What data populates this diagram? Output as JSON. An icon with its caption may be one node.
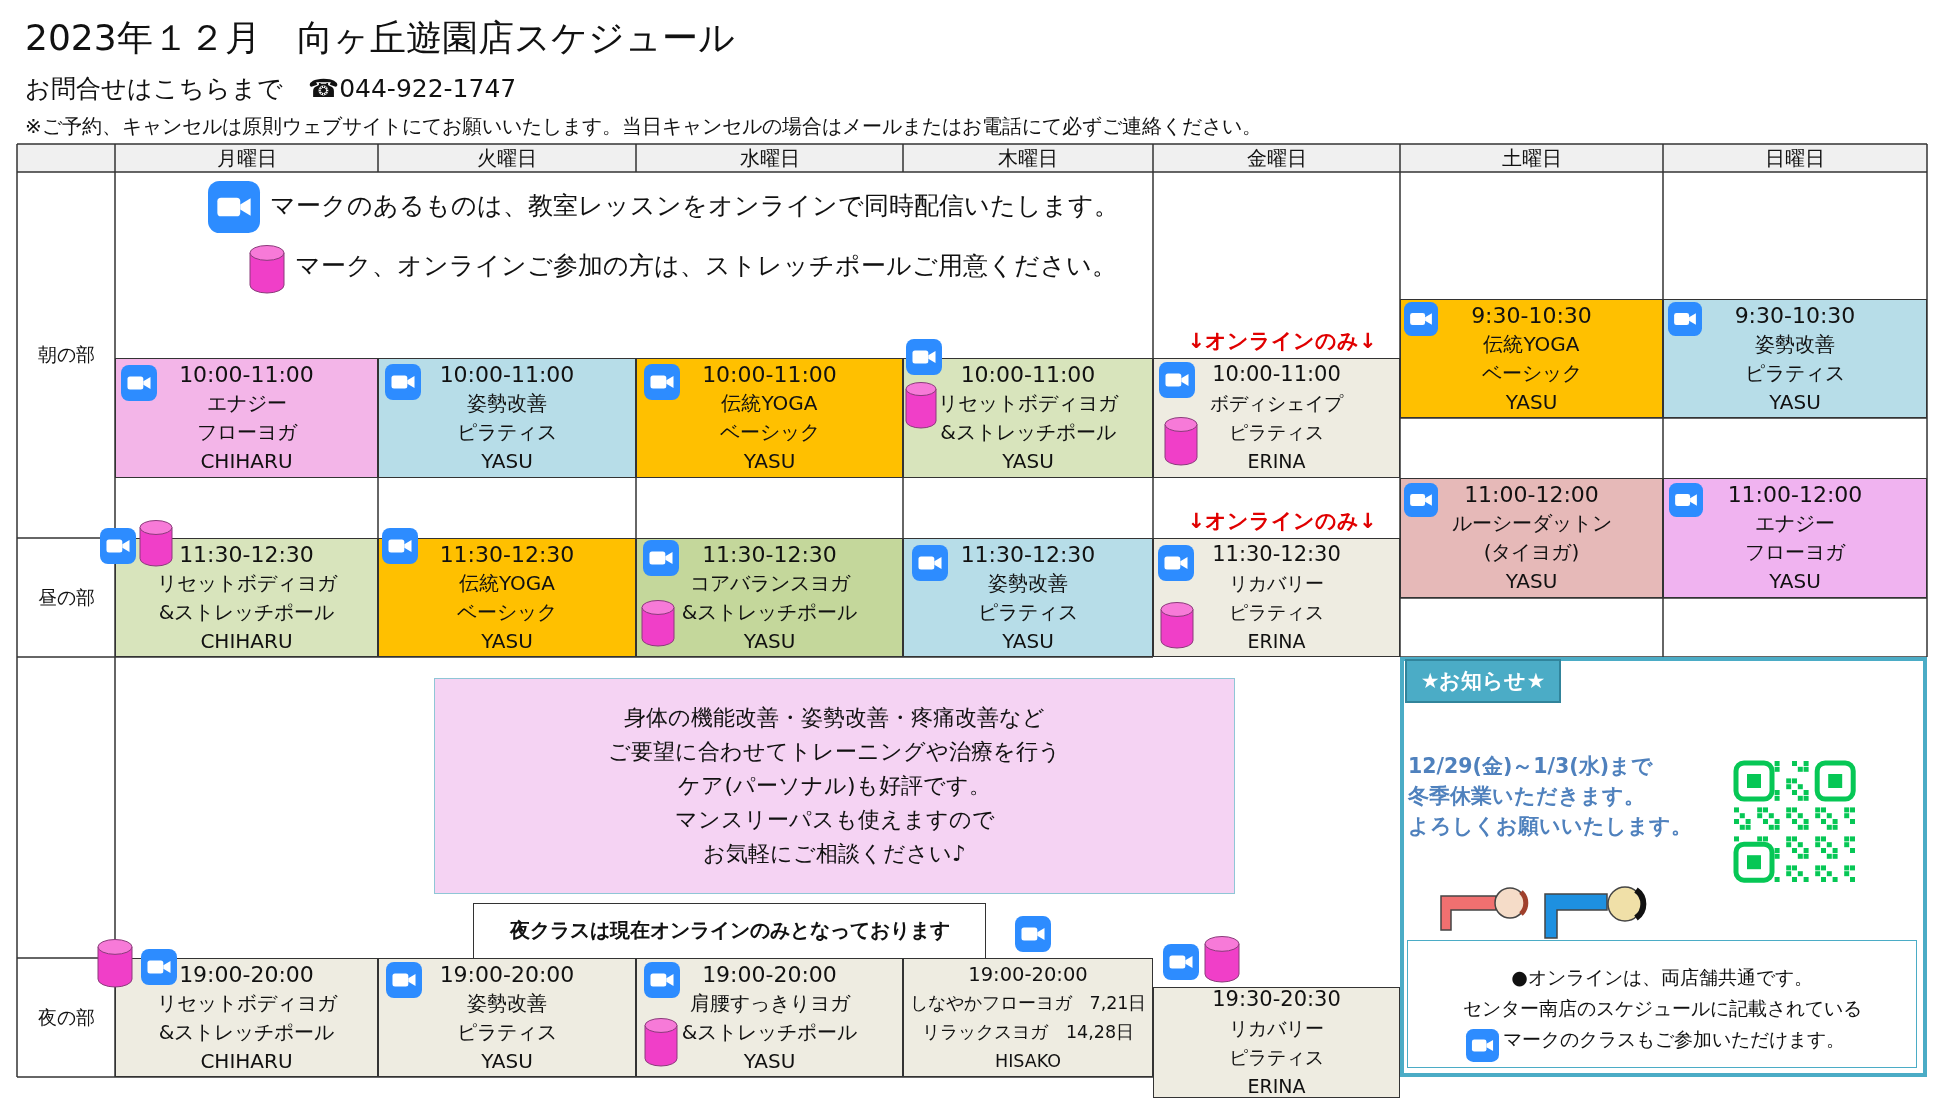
{
  "diagram": {
    "title": "2023年１２月　向ヶ丘遊園店スケジュール",
    "nodes": [
      {
        "text": [
          "9:30-10:30",
          "伝統YOGA",
          "ベーシック",
          "YASU"
        ]
      },
      {
        "text": [
          "9:30-10:30",
          "姿勢改善",
          "ピラティス",
          "YASU"
        ]
      },
      {
        "text": [
          "10:00-11:00",
          "エナジー",
          "フローヨガ",
          "CHIHARU"
        ]
      },
      {
        "text": [
          "10:00-11:00",
          "姿勢改善",
          "ピラティス",
          "YASU"
        ]
      },
      {
        "text": [
          "10:00-11:00",
          "伝統YOGA",
          "ベーシック",
          "YASU"
        ]
      },
      {
        "text": [
          "10:00-11:00",
          "リセットボディヨガ",
          "&ストレッチポール",
          "YASU"
        ]
      },
      {
        "text": [
          "10:00-11:00",
          "ボディシェイプ",
          "ピラティス",
          "ERINA"
        ]
      },
      {
        "text": [
          "11:00-12:00",
          "ルーシーダットン",
          "(タイヨガ)",
          "YASU"
        ]
      },
      {
        "text": [
          "11:00-12:00",
          "エナジー",
          "フローヨガ",
          "YASU"
        ]
      },
      {
        "text": [
          "11:30-12:30",
          "リセットボディヨガ",
          "&ストレッチポール",
          "CHIHARU"
        ]
      },
      {
        "text": [
          "11:30-12:30",
          "伝統YOGA",
          "ベーシック",
          "YASU"
        ]
      },
      {
        "text": [
          "11:30-12:30",
          "コアバランスヨガ",
          "&ストレッチポール",
          "YASU"
        ]
      },
      {
        "text": [
          "11:30-12:30",
          "姿勢改善",
          "ピラティス",
          "YASU"
        ]
      },
      {
        "text": [
          "11:30-12:30",
          "リカバリー",
          "ピラティス",
          "ERINA"
        ]
      },
      {
        "text": [
          "12/29(金)～1/3(水)まで",
          "冬季休業いただきます。",
          "よろしくお願いいたします。"
        ]
      },
      {
        "text": [
          "★お知らせ★"
        ],
        "in": 14
      },
      {
        "text": [
          "身体の機能改善・姿勢改善・疼痛改善など",
          "ご要望に合わせてトレーニングや治療を行う",
          "ケア(パーソナル)も好評です。",
          "マンスリーパスも使えますので",
          "お気軽にご相談ください♪"
        ]
      },
      {
        "text": [
          "夜クラスは現在オンラインのみとなっております"
        ]
      },
      {
        "text": [
          "●オンラインは、両店舗共通です。",
          "センター南店のスケジュールに記載されている",
          "マークのクラスもご参加いただけます。"
        ],
        "in": 14
      },
      {
        "text": [
          "19:00-20:00",
          "リセットボディヨガ",
          "&ストレッチポール",
          "CHIHARU"
        ]
      },
      {
        "text": [
          "19:00-20:00",
          "姿勢改善",
          "ピラティス",
          "YASU"
        ]
      },
      {
        "text": [
          "19:00-20:00",
          "肩腰すっきりヨガ",
          "&ストレッチポール",
          "YASU"
        ]
      },
      {
        "text": [
          "19:00-20:00",
          "しなやかフローヨガ　7,21日",
          "リラックスヨガ　14,28日",
          "HISAKO"
        ]
      },
      {
        "text": [
          "19:30-20:30",
          "リカバリー",
          "ピラティス",
          "ERINA"
        ]
      }
    ],
    "labels": [
      "お問合せはこちらまで",
      "☎044-922-1747",
      "※ご予約、キャンセルは原則ウェブサイトにてお願いいたします。当日キャンセルの場合はメールまたはお電話にて必ずご連絡ください。",
      "月曜日",
      "火曜日",
      "水曜日",
      "木曜日",
      "金曜日",
      "土曜日",
      "日曜日",
      "マークのあるものは、教室レッスンをオンラインで同時配信いたします。",
      "マーク、オンラインご参加の方は、ストレッチポールご用意ください。",
      "↓オンラインのみ↓",
      "朝の部",
      "↓オンラインのみ↓",
      "昼の部",
      "夜の部"
    ]
  }
}
